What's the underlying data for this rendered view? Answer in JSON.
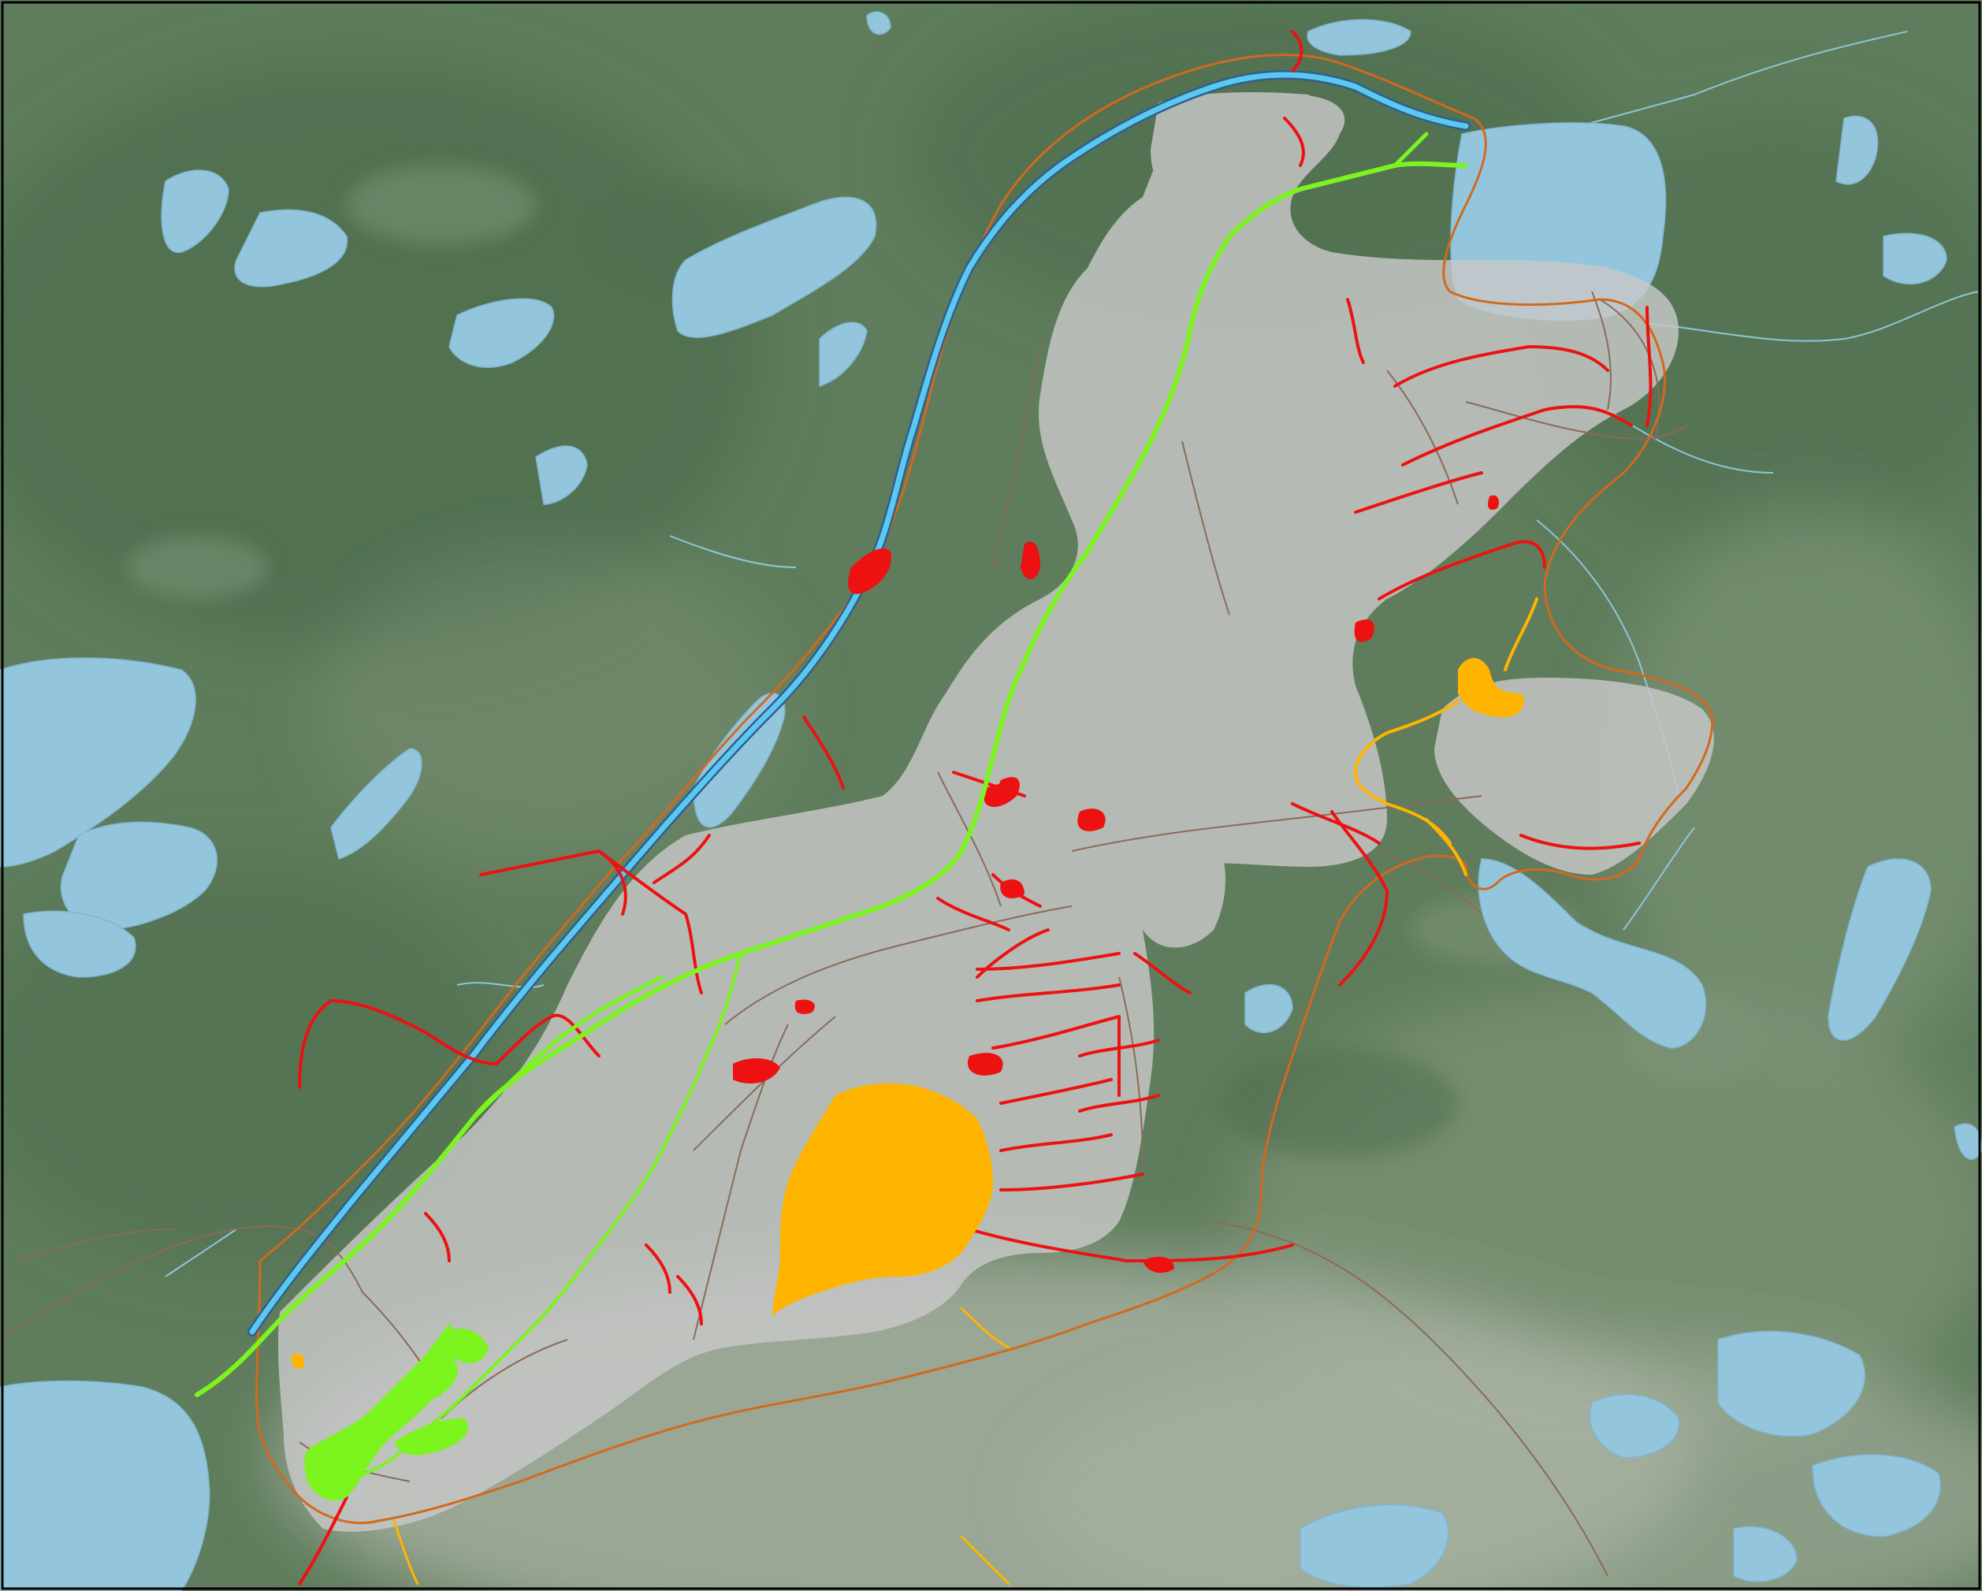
{
  "map": {
    "colors": {
      "forest_dark": "#4f6e4f",
      "forest_mid": "#5f7d5c",
      "forest_light": "#7f9478",
      "haze": "#a9b2a2",
      "water": "#93c6dc",
      "water_edge": "#7fb6cf",
      "disturbed_area": "#c8c8c8",
      "stream_red": "#ee1111",
      "stream_green": "#7cf41e",
      "stream_orange": "#ffb400",
      "boundary_orange": "#d2691e",
      "channel_blue": "#5bc8f0",
      "channel_outline": "#2f5f8f",
      "road_brown": "#8b6a5a",
      "creek_blue": "#8ec6d6",
      "frame": "#000000"
    },
    "layers": [
      "satellite-imagery",
      "lakes",
      "disturbance-footprint",
      "roads",
      "property-boundary",
      "diversion-channel",
      "red-watercourses",
      "green-watercourses",
      "orange-water-features"
    ]
  }
}
